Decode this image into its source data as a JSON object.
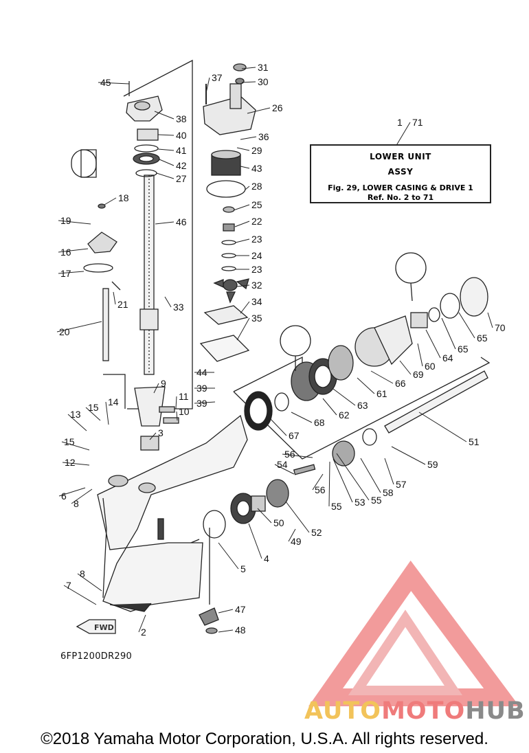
{
  "title_box": {
    "ref_number": "1",
    "line1": "LOWER UNIT",
    "line2": "ASSY",
    "line3": "Fig. 29, LOWER CASING & DRIVE 1",
    "line4": "Ref. No. 2 to 71"
  },
  "callouts": [
    "31",
    "30",
    "37",
    "26",
    "45",
    "38",
    "36",
    "29",
    "40",
    "41",
    "42",
    "27",
    "43",
    "28",
    "18",
    "25",
    "19",
    "46",
    "22",
    "23",
    "16",
    "24",
    "17",
    "23",
    "32",
    "21",
    "33",
    "34",
    "20",
    "35",
    "44",
    "39",
    "9",
    "39",
    "11",
    "10",
    "15",
    "14",
    "13",
    "3",
    "15",
    "12",
    "6",
    "8",
    "8",
    "7",
    "5",
    "4",
    "47",
    "2",
    "48",
    "50",
    "49",
    "52",
    "54",
    "56",
    "56",
    "55",
    "53",
    "55",
    "58",
    "57",
    "59",
    "51",
    "67",
    "68",
    "62",
    "63",
    "61",
    "66",
    "69",
    "60",
    "64",
    "65",
    "65",
    "70",
    "71"
  ],
  "diagram_code": "6FP1200DR290",
  "fwd_label": "FWD",
  "watermark": {
    "part1": "AUTO",
    "part2": "MOTO",
    "part3": "HUB",
    "colors": {
      "auto": "#f2c35a",
      "moto": "#ef7b7b",
      "hub": "#8a8a8a"
    }
  },
  "copyright": "©2018 Yamaha Motor Corporation, U.S.A. All rights reserved."
}
